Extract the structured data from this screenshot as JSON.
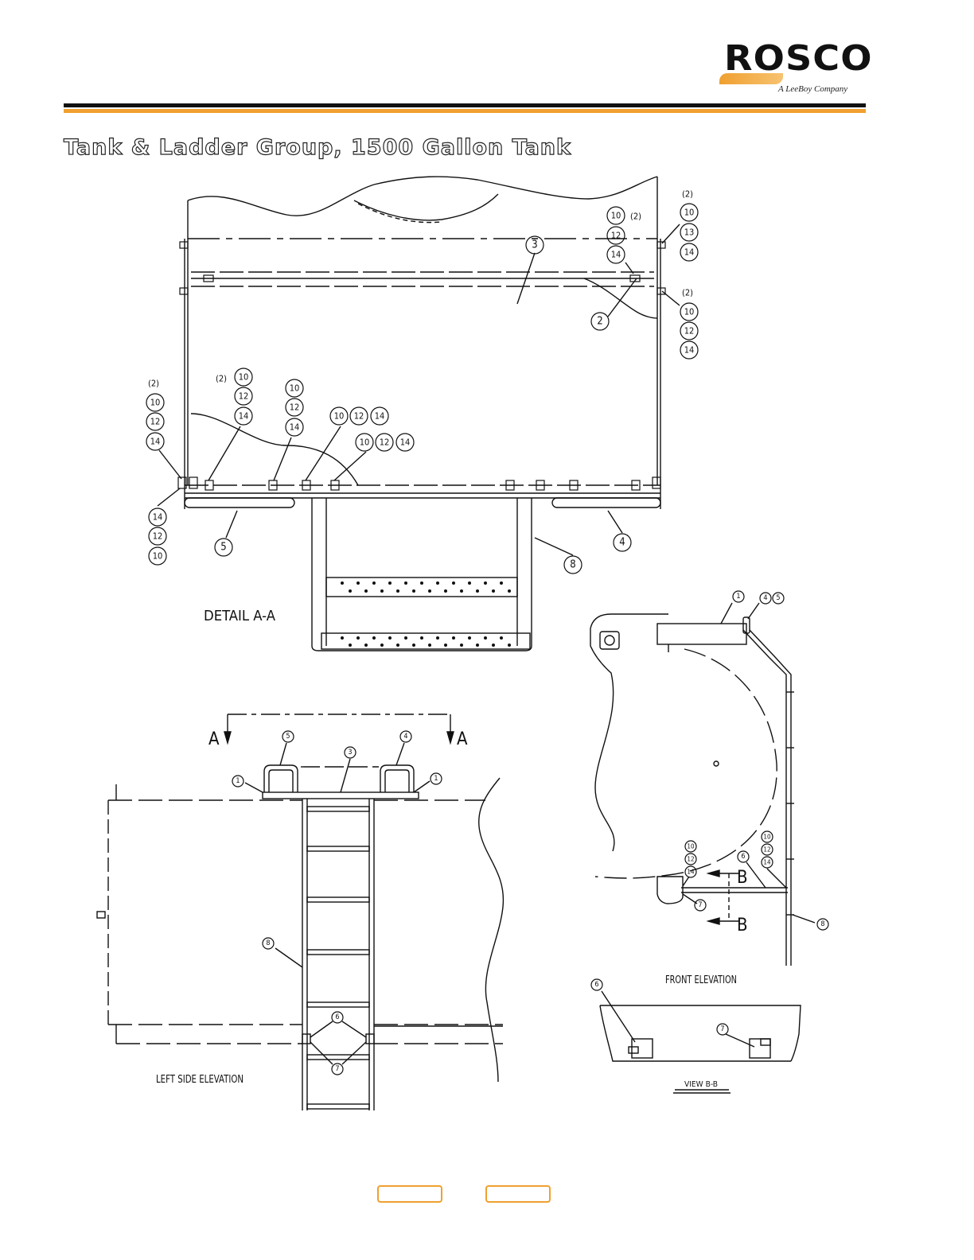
{
  "header": {
    "brand": "ROSCO",
    "brand_tagline": "A LeeBoy Company"
  },
  "page_title": "Tank & Ladder Group, 1500 Gallon Tank",
  "views": {
    "detail_aa": "DETAIL A-A",
    "left_side_elevation": "LEFT SIDE ELEVATION",
    "front_elevation": "FRONT ELEVATION",
    "view_bb": "VIEW B-B"
  },
  "section_markers": {
    "a": "A",
    "b": "B"
  },
  "callouts": {
    "qty_two": "(2)",
    "n1": "1",
    "n2": "2",
    "n3": "3",
    "n4": "4",
    "n5": "5",
    "n6": "6",
    "n7": "7",
    "n8": "8",
    "n10": "10",
    "n12": "12",
    "n13": "13",
    "n14": "14"
  },
  "colors": {
    "accent_orange": "#f0a030",
    "line_black": "#111111"
  },
  "nav_buttons": [
    "prev-page-button",
    "next-page-button"
  ]
}
